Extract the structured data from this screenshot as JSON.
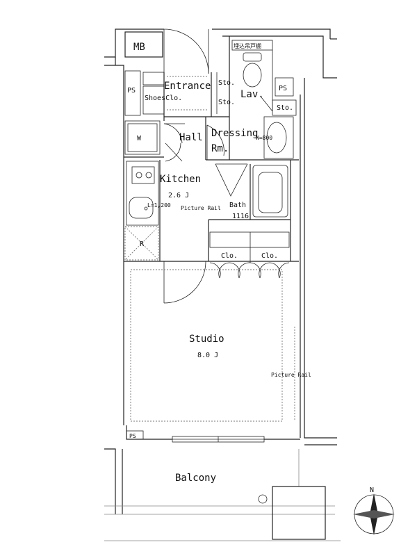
{
  "rooms": {
    "mb": "MB",
    "entrance": "Entrance",
    "sto_1": "Sto.",
    "sto_2": "Sto.",
    "sto_3": "Sto.",
    "lav": "Lav.",
    "recess_shelf": "埋込吊戸棚",
    "ps_left": "PS",
    "ps_right": "PS",
    "ps_bottom": "PS",
    "shoes_clo": "ShoesClo.",
    "hall": "Hall",
    "dressing_line1": "Dressing",
    "dressing_line2": "Rm.",
    "w_mark": "W",
    "vanity_w": "W=800",
    "kitchen": "Kitchen",
    "kitchen_size": "2.6 J",
    "counter_length": "L=1,200",
    "picture_rail_upper": "Picture Rail",
    "bath": "Bath",
    "bath_size": "1116",
    "fridge_mark": "R",
    "clo_1": "Clo.",
    "clo_2": "Clo.",
    "studio": "Studio",
    "studio_size": "8.0 J",
    "picture_rail_lower": "Picture Rail",
    "balcony": "Balcony",
    "north": "N"
  }
}
